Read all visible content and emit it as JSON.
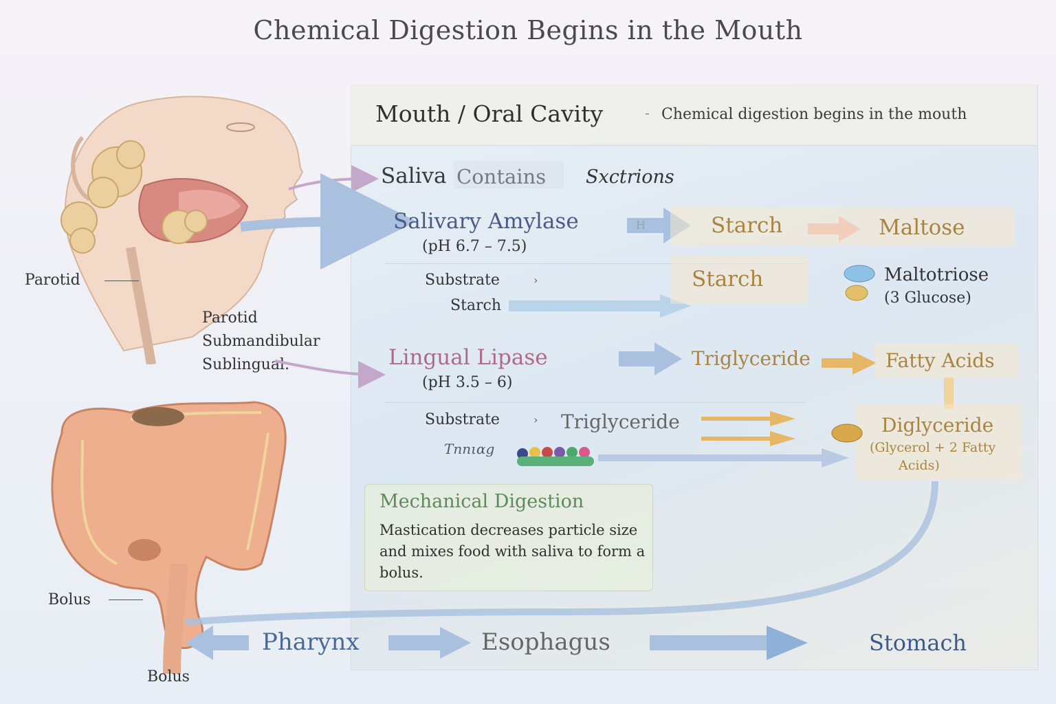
{
  "title": "Chemical Digestion Begins in the Mouth",
  "panel": {
    "title": "Mouth / Oral Cavity",
    "separator": "-",
    "subtitle": "Chemical digestion begins in the mouth"
  },
  "saliva": {
    "label": "Saliva",
    "contains": "Contains",
    "sections": "Sxctrions"
  },
  "amylase": {
    "name": "Salivary Amylase",
    "ph": "(pH 6.7 – 7.5)",
    "arrow_tag": "H",
    "input": "Starch",
    "output": "Maltose",
    "substrate_label": "Substrate",
    "substrate_value": "Starch",
    "starch_result": "Starch",
    "maltotriose": "Maltotriose",
    "maltotriose_note": "(3 Glucose)"
  },
  "lipase": {
    "name": "Lingual Lipase",
    "ph": "(pH 3.5 – 6)",
    "input": "Triglyceride",
    "output": "Fatty Acids",
    "substrate_label": "Substrate",
    "substrate_value": "Triglyceride",
    "tag": "Tnnιαg",
    "diglyceride": "Diglyceride",
    "diglyceride_note_1": "(Glycerol + 2 Fatty",
    "diglyceride_note_2": "Acids)"
  },
  "mechanical": {
    "title": "Mechanical Digestion",
    "body": "Mastication decreases particle size and mixes food with saliva to form a bolus."
  },
  "anatomy": {
    "parotid_left": "Parotid",
    "gland_1": "Parotid",
    "gland_2": "Submandibular",
    "gland_3": "Sublingual.",
    "bolus_1": "Bolus",
    "bolus_2": "Bolus"
  },
  "pathway": {
    "step_1": "Pharynx",
    "step_2": "Esophagus",
    "step_3": "Stomach"
  },
  "colors": {
    "blue_arrow": "#9fb8dc",
    "gold_arrow": "#e4b45a",
    "pink_arrow": "#e8a0a0",
    "tissue": "#e8a98a",
    "gland": "#e9cfa0"
  }
}
